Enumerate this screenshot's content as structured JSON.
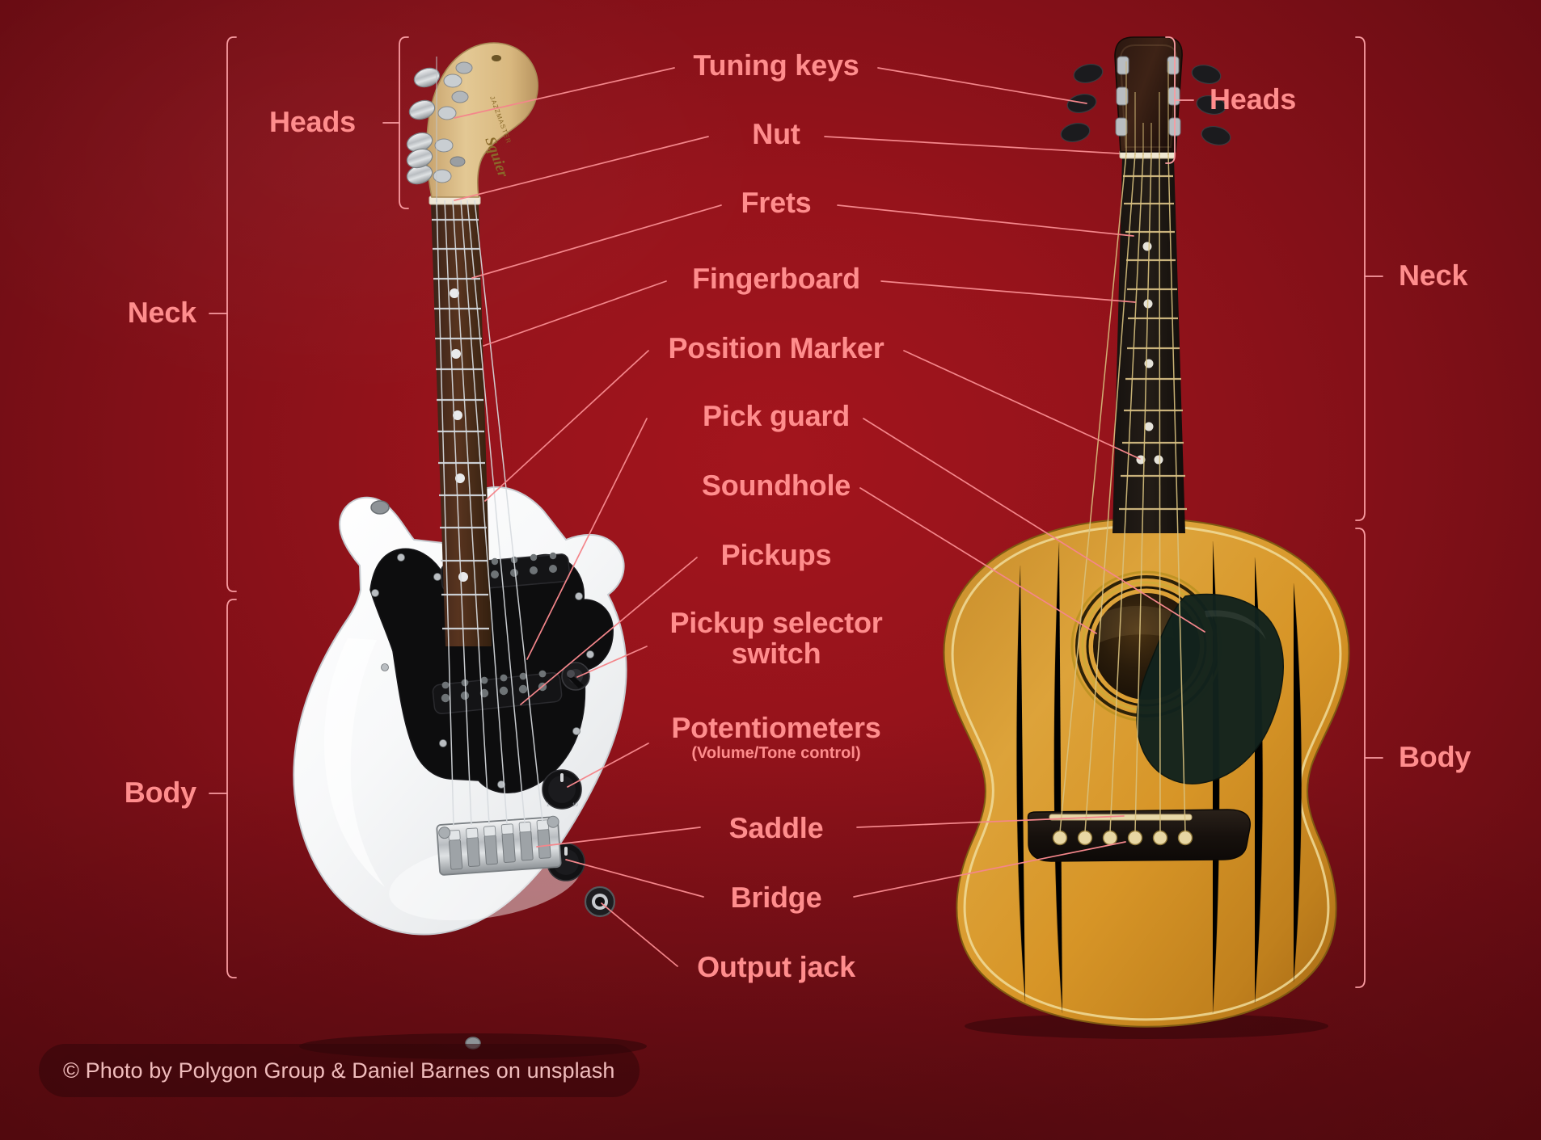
{
  "background": {
    "center_color": "#a3151d",
    "edge_color": "#58090f"
  },
  "accent": {
    "text": "#ff8d8d",
    "line": "#f4868b",
    "bracket": "#f99ca1"
  },
  "brackets": {
    "left": [
      {
        "id": "heads",
        "label": "Heads",
        "side": "left-inner"
      },
      {
        "id": "neck",
        "label": "Neck",
        "side": "left-outer"
      },
      {
        "id": "body",
        "label": "Body",
        "side": "left-outer"
      }
    ],
    "right": [
      {
        "id": "heads",
        "label": "Heads"
      },
      {
        "id": "neck",
        "label": "Neck"
      },
      {
        "id": "body",
        "label": "Body"
      }
    ]
  },
  "callouts": [
    {
      "id": "tuning-keys",
      "label": "Tuning keys"
    },
    {
      "id": "nut",
      "label": "Nut"
    },
    {
      "id": "frets",
      "label": "Frets"
    },
    {
      "id": "fingerboard",
      "label": "Fingerboard"
    },
    {
      "id": "position-marker",
      "label": "Position Marker"
    },
    {
      "id": "pick-guard",
      "label": "Pick guard"
    },
    {
      "id": "soundhole",
      "label": "Soundhole"
    },
    {
      "id": "pickups",
      "label": "Pickups"
    },
    {
      "id": "pickup-selector-switch",
      "label": "Pickup selector switch",
      "line1": "Pickup selector",
      "line2": "switch"
    },
    {
      "id": "potentiometers",
      "label": "Potentiometers",
      "sub": "(Volume/Tone control)"
    },
    {
      "id": "saddle",
      "label": "Saddle"
    },
    {
      "id": "bridge",
      "label": "Bridge"
    },
    {
      "id": "output-jack",
      "label": "Output jack"
    }
  ],
  "instruments": {
    "electric": {
      "brand": "Squier",
      "body_color": "#f5f6f7",
      "pickguard_color": "#0d0d0e"
    },
    "acoustic": {
      "top_color": "#d69227",
      "pickguard_color": "#12231d"
    }
  },
  "credit": {
    "text": "© Photo by Polygon Group & Daniel Barnes on unsplash"
  }
}
